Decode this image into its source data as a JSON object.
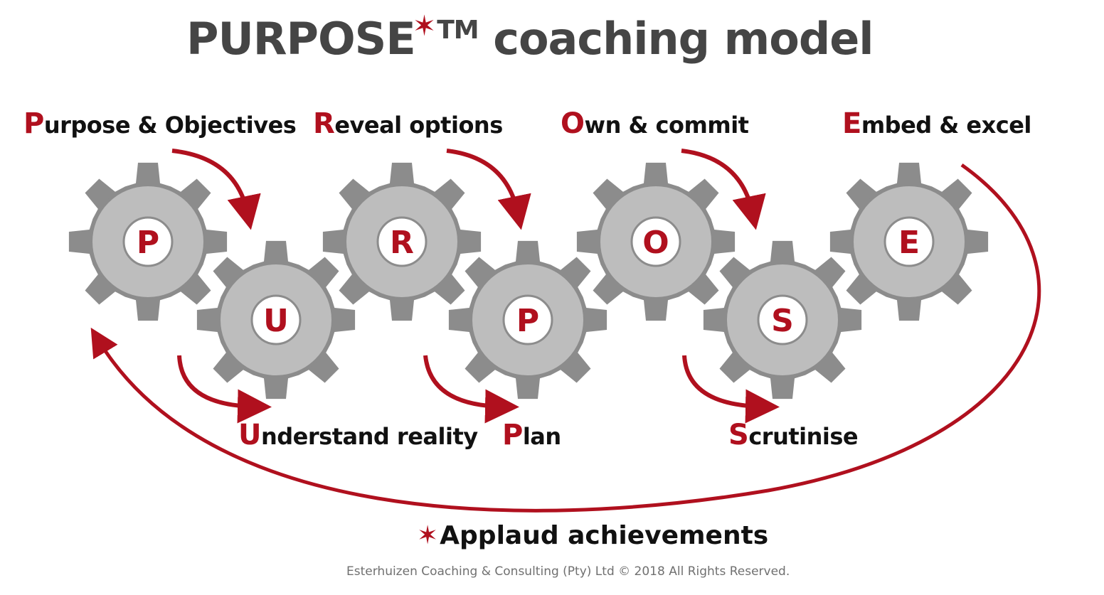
{
  "title": {
    "main": "PURPOSE",
    "star": "✶",
    "tm": "TM",
    "rest": "coaching model"
  },
  "steps": [
    {
      "initial": "P",
      "rest": "urpose & Objectives",
      "gear_letter": "P"
    },
    {
      "initial": "U",
      "rest": "nderstand reality",
      "gear_letter": "U"
    },
    {
      "initial": "R",
      "rest": "eveal options",
      "gear_letter": "R"
    },
    {
      "initial": "P",
      "rest": "lan",
      "gear_letter": "P"
    },
    {
      "initial": "O",
      "rest": "wn & commit",
      "gear_letter": "O"
    },
    {
      "initial": "S",
      "rest": "crutinise",
      "gear_letter": "S"
    },
    {
      "initial": "E",
      "rest": "mbed & excel",
      "gear_letter": "E"
    }
  ],
  "applaud": {
    "star": "✶",
    "label": "Applaud achievements"
  },
  "footer": "Esterhuizen Coaching & Consulting (Pty) Ltd © 2018 All Rights Reserved.",
  "colors": {
    "accent": "#b0101e",
    "gear_outer": "#8c8c8c",
    "gear_mid": "#bdbdbd",
    "gear_center": "#ffffff",
    "title": "#454545"
  },
  "icons": {
    "gear": "gear-icon",
    "arrow": "curved-arrow-icon",
    "star": "star-icon"
  }
}
